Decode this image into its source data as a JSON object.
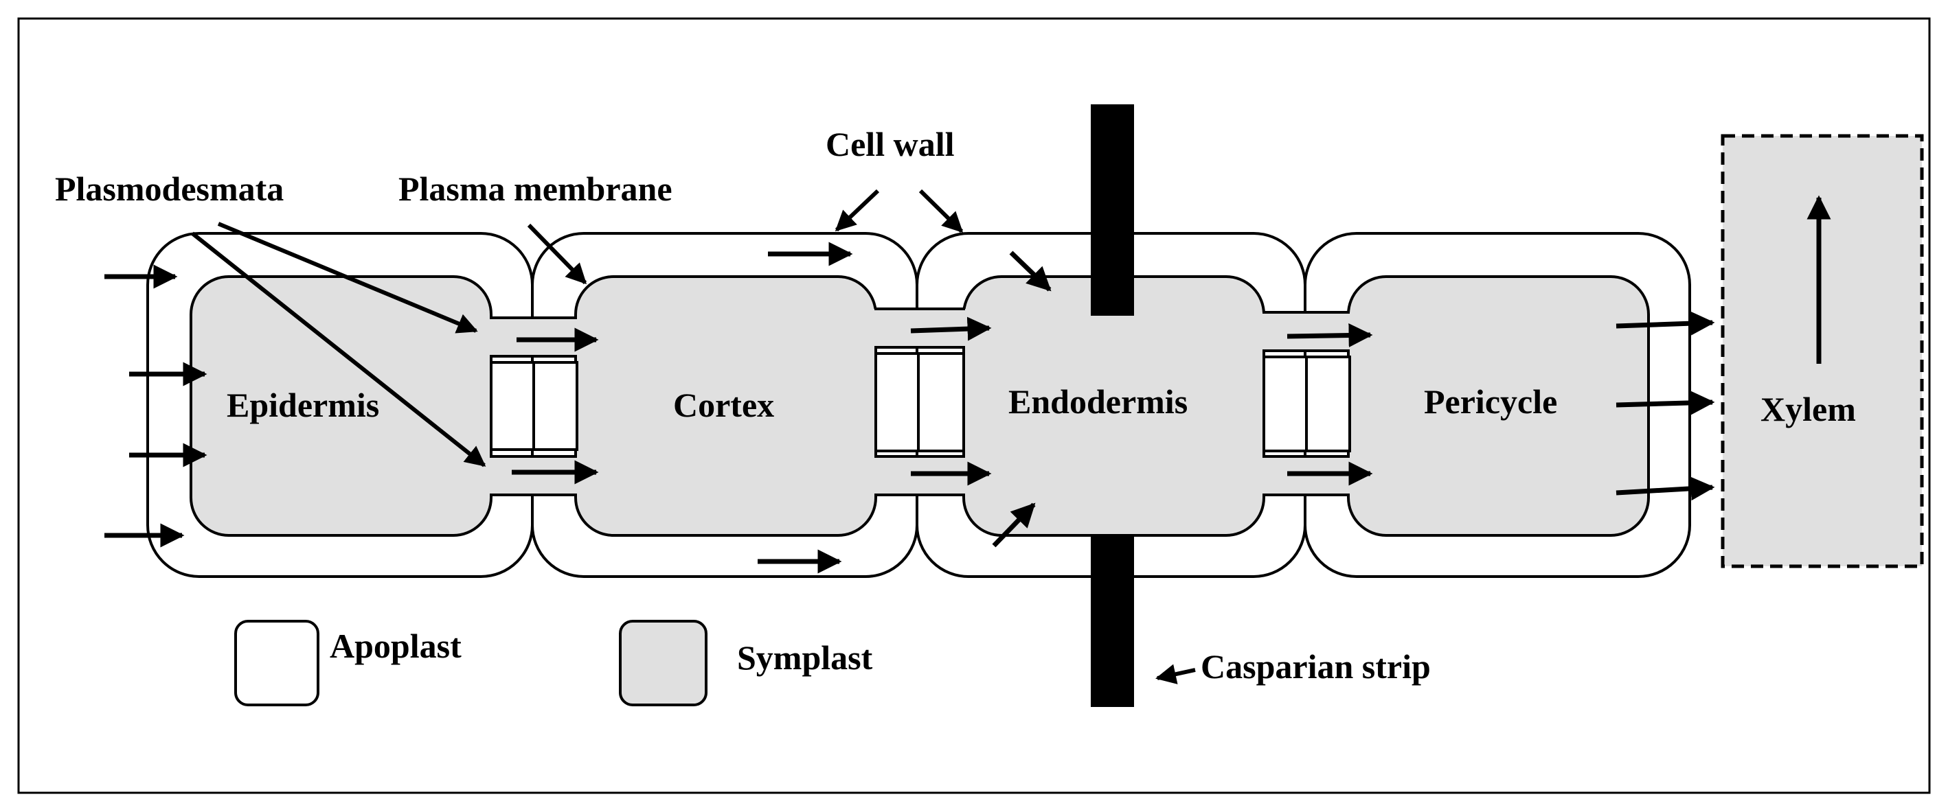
{
  "labels": {
    "plasmodesmata": "Plasmodesmata",
    "plasma_membrane": "Plasma membrane",
    "cell_wall": "Cell wall",
    "casparian_strip": "Casparian strip"
  },
  "cells": {
    "epidermis": "Epidermis",
    "cortex": "Cortex",
    "endodermis": "Endodermis",
    "pericycle": "Pericycle",
    "xylem": "Xylem"
  },
  "legend": {
    "apoplast": "Apoplast",
    "symplast": "Symplast"
  },
  "colors": {
    "symplast_fill": "#e0e0e0",
    "apoplast_fill": "#ffffff",
    "stroke": "#000000"
  }
}
